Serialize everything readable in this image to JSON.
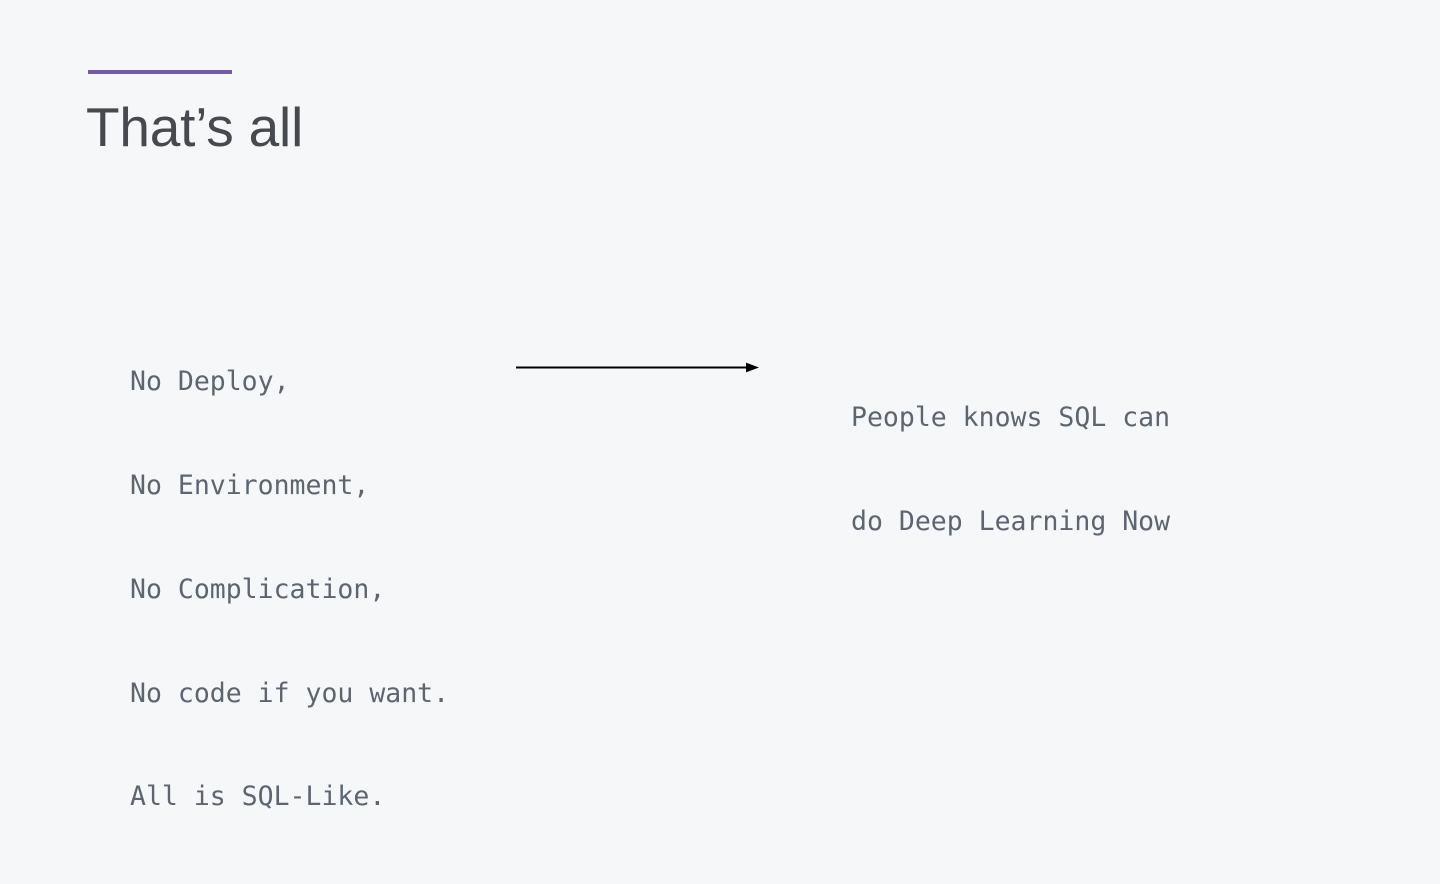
{
  "slide": {
    "background_color": "#f6f7f9",
    "accent_color": "#7159b5",
    "title_color": "#464a4e",
    "body_text_color": "#5d6570",
    "arrow_color": "#000000",
    "title": "That’s all"
  },
  "left_text": {
    "lines": [
      "No Deploy,",
      "No Environment,",
      "No Complication,",
      "No code if you want.",
      "All is SQL-Like."
    ]
  },
  "arrow": {
    "icon": "arrow-right-icon",
    "direction": "right"
  },
  "right_text": {
    "lines": [
      "People knows SQL can",
      "do Deep Learning Now"
    ]
  }
}
